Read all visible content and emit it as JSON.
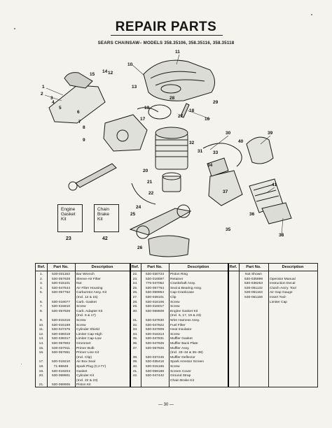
{
  "page": {
    "title": "REPAIR PARTS",
    "subtitle": "SEARS CHAINSAW– MODELS 358.35106, 358.35116, 358.35118",
    "footer": "— 30 —"
  },
  "kits": {
    "engine_gasket": {
      "label": "Engine Gasket Kit",
      "ref": "23"
    },
    "chain_brake": {
      "label": "Chain Brake Kit",
      "ref": "42"
    }
  },
  "callouts": [
    "1",
    "2",
    "3",
    "4",
    "5",
    "6",
    "7",
    "8",
    "9",
    "10",
    "11",
    "12",
    "13",
    "14",
    "15",
    "16",
    "17",
    "18",
    "19",
    "20",
    "21",
    "22",
    "23",
    "24",
    "25",
    "26",
    "27",
    "28",
    "29",
    "30",
    "31",
    "32",
    "33",
    "34",
    "35",
    "36",
    "37",
    "38",
    "39",
    "40",
    "41"
  ],
  "table": {
    "headers": [
      "Ref.",
      "Part No.",
      "Description",
      "Ref.",
      "Part No.",
      "Description",
      "Ref.",
      "Part No.",
      "Description"
    ],
    "col1": [
      [
        "1.",
        "530-031163",
        "Bar Wrench"
      ],
      [
        "2.",
        "530-057928",
        "Sleeve-Air Filter"
      ],
      [
        "3.",
        "530-015101",
        "Nut"
      ],
      [
        "4.",
        "530-047644",
        "Air Filter Housing"
      ],
      [
        "5.",
        "530-057762",
        "Carburetor Assy. Kit"
      ],
      [
        "",
        "",
        "(Incl. 12 & 15)"
      ],
      [
        "6.",
        "530-019077",
        "Carb. Gasket"
      ],
      [
        "7.",
        "530-015810",
        "Screw"
      ],
      [
        "8.",
        "530-057929",
        "Carb. Adapter Kit"
      ],
      [
        "",
        "",
        "(Incl. 6 & 17)"
      ],
      [
        "9.",
        "530-015316",
        "Screw"
      ],
      [
        "10.",
        "530-015169",
        "Screw"
      ],
      [
        "11.",
        "530-047375",
        "Cylinder Shield"
      ],
      [
        "12.",
        "530-038319",
        "Limiter Cap-High"
      ],
      [
        "13.",
        "530-038317",
        "Limiter Cap-Low"
      ],
      [
        "14.",
        "530-057802",
        "Grommet"
      ],
      [
        "15.",
        "530-037911",
        "Primer Bulb"
      ],
      [
        "16.",
        "530-057851",
        "Primer Line Kit"
      ],
      [
        "",
        "",
        "(Incl. Clip)"
      ],
      [
        "17.",
        "530-019210",
        "Air Box Seal"
      ],
      [
        "18.",
        "71-85949",
        "Spark Plug (CJ-7Y)"
      ],
      [
        "19.",
        "530-019204",
        "Gasket"
      ],
      [
        "20.",
        "530-069901",
        "Cylinder Kit"
      ],
      [
        "",
        "",
        "(Incl. 22 & 23)"
      ],
      [
        "21.",
        "530-069905",
        "Piston Kit"
      ]
    ],
    "col2": [
      [
        "22.",
        "530-030723",
        "Piston Ring"
      ],
      [
        "23.",
        "530-016597",
        "Retainer"
      ],
      [
        "24.",
        "776-047052",
        "Crankshaft Assy."
      ],
      [
        "25.",
        "530-057764",
        "Seal & Bearing Assy."
      ],
      [
        "26.",
        "530-069954",
        "Cap-Crankcase"
      ],
      [
        "27.",
        "530-039101",
        "Clip"
      ],
      [
        "28.",
        "530-016106",
        "Screw"
      ],
      [
        "29.",
        "530-016017",
        "Screw"
      ],
      [
        "30.",
        "530-069609",
        "Engine Gasket Kit"
      ],
      [
        "",
        "",
        "(Incl. 6, 17, 19 & 23)"
      ],
      [
        "31.",
        "530-047830",
        "Wire Harness Assy."
      ],
      [
        "32.",
        "530-047822",
        "Fuel Filter"
      ],
      [
        "33.",
        "530-047809",
        "Heat Insulator"
      ],
      [
        "34.",
        "530-016313",
        "Screw"
      ],
      [
        "35.",
        "530-047831",
        "Muffler Gasket"
      ],
      [
        "36.",
        "530-047825",
        "Muffler Back Plate"
      ],
      [
        "37.",
        "530-057926",
        "Muffler Assy."
      ],
      [
        "",
        "",
        "(Incl. 33–34 & 36–38)"
      ],
      [
        "38.",
        "530-037245",
        "Muffler Deflector"
      ],
      [
        "39.",
        "530-035416",
        "Spark Arrestor Screen"
      ],
      [
        "40.",
        "530-015165",
        "Screw"
      ],
      [
        "41.",
        "530-069188",
        "Screen Cover"
      ],
      [
        "42.",
        "530-047442",
        "Ground Strap"
      ],
      [
        "",
        "",
        "Chain Brake Kit"
      ]
    ],
    "col3": [
      [
        "",
        "Not Shown",
        ""
      ],
      [
        "",
        "530-035999",
        "Operator Manual"
      ],
      [
        "",
        "530-038253",
        "Instruction Decal"
      ],
      [
        "",
        "530-051132",
        "Clutch Ass'y. Tool"
      ],
      [
        "",
        "530-051163",
        "Air Gap Gauge"
      ],
      [
        "",
        "530-051159",
        "Insert Tool-"
      ],
      [
        "",
        "",
        "Limiter Cap"
      ]
    ]
  }
}
